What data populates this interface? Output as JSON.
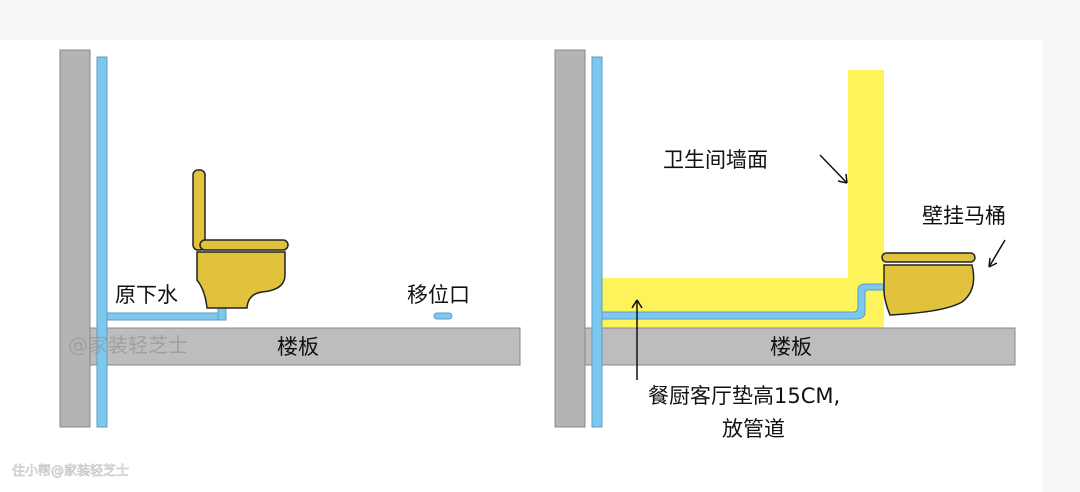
{
  "left_panel": {
    "original_drain_label": "原下水",
    "relocated_outlet_label": "移位口",
    "floor_slab_label": "楼板",
    "watermark": "@家装轻芝士"
  },
  "right_panel": {
    "bathroom_wall_label": "卫生间墙面",
    "wall_hung_toilet_label": "壁挂马桶",
    "floor_slab_label": "楼板",
    "raised_floor_label_line1": "餐厨客厅垫高15CM,",
    "raised_floor_label_line2": "放管道"
  },
  "footer_watermark": "住小帮@家装轻芝士",
  "colors": {
    "wall": "#b4b4b4",
    "pipe": "#7ec8f0",
    "toilet": "#e1c23c",
    "raised": "#fff35c"
  }
}
